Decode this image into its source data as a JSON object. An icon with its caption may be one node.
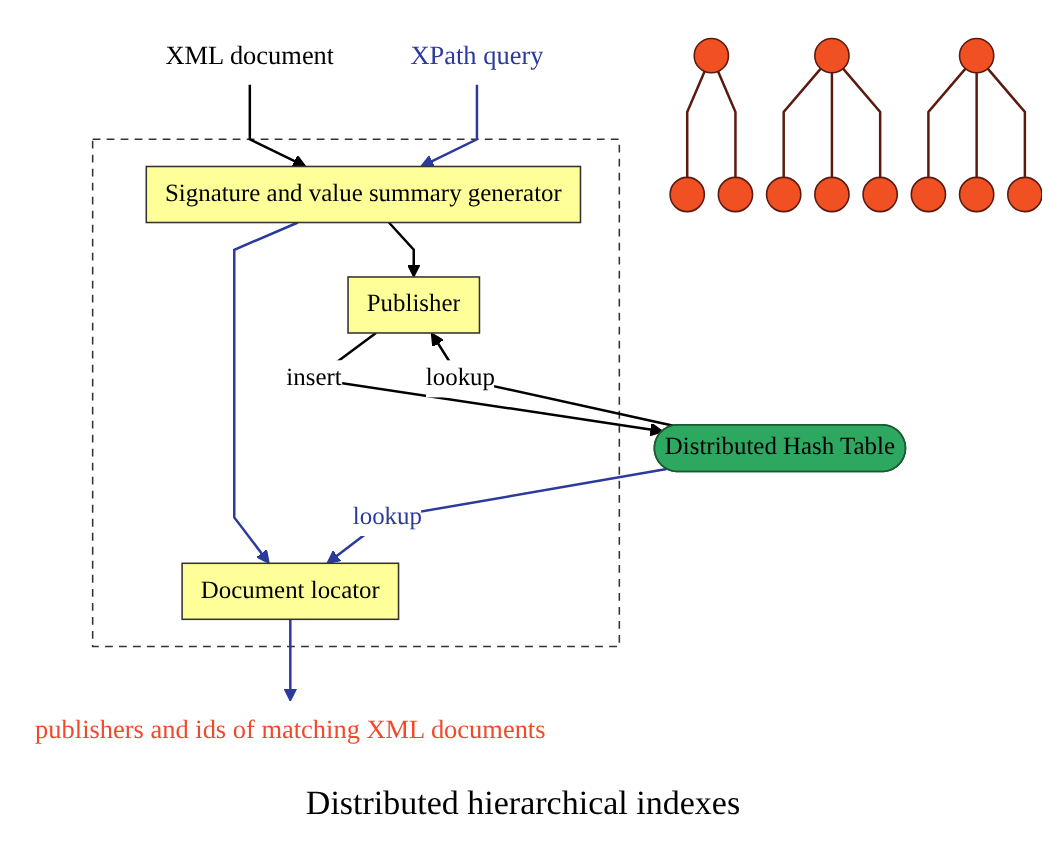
{
  "diagram": {
    "nodes": [
      {
        "text": [
          "XML document"
        ]
      },
      {
        "text": [
          "XPath query"
        ]
      },
      {
        "text": [
          "publishers and ids of matching XML documents"
        ]
      },
      {
        "text": [],
        "shape": "box"
      },
      {
        "text": [
          "Signature and value summary generator"
        ],
        "in": 3
      },
      {
        "text": [
          "Publisher"
        ],
        "in": 3
      },
      {
        "text": [
          "Document locator"
        ],
        "in": 3
      },
      {
        "text": [
          "Distributed Hash Table"
        ]
      },
      {
        "text": [],
        "shape": "circle"
      },
      {
        "text": [],
        "shape": "circle"
      },
      {
        "text": [],
        "shape": "circle"
      },
      {
        "text": [],
        "shape": "circle"
      },
      {
        "text": [],
        "shape": "circle"
      },
      {
        "text": [],
        "shape": "circle"
      },
      {
        "text": [],
        "shape": "circle"
      },
      {
        "text": [],
        "shape": "circle"
      },
      {
        "text": [],
        "shape": "circle"
      },
      {
        "text": [],
        "shape": "circle"
      },
      {
        "text": [],
        "shape": "circle"
      }
    ],
    "edges": [
      {
        "from": 0,
        "to": 4,
        "arrow": "to"
      },
      {
        "from": 1,
        "to": 4,
        "arrow": "to",
        "color": "#2b3a9c"
      },
      {
        "from": 4,
        "to": 5,
        "arrow": "to"
      },
      {
        "from": 4,
        "to": 6,
        "arrow": "to",
        "color": "#2b3a9c"
      },
      {
        "from": 6,
        "to": 2,
        "arrow": "to",
        "color": "#2b3a9c"
      },
      {
        "from": 5,
        "to": 7,
        "arrow": "to",
        "label": "insert"
      },
      {
        "from": 7,
        "to": 5,
        "arrow": "to",
        "label": "lookup"
      },
      {
        "from": 7,
        "to": 6,
        "arrow": "to",
        "label": "lookup",
        "color": "#2b3a9c"
      },
      {
        "from": 8,
        "to": 9,
        "arrow": "none",
        "color": "#5a1a10"
      },
      {
        "from": 8,
        "to": 10,
        "arrow": "none",
        "color": "#5a1a10"
      },
      {
        "from": 11,
        "to": 12,
        "arrow": "none",
        "color": "#5a1a10"
      },
      {
        "from": 11,
        "to": 13,
        "arrow": "none",
        "color": "#5a1a10"
      },
      {
        "from": 11,
        "to": 14,
        "arrow": "none",
        "color": "#5a1a10"
      },
      {
        "from": 15,
        "to": 16,
        "arrow": "none",
        "color": "#5a1a10"
      },
      {
        "from": 15,
        "to": 17,
        "arrow": "none",
        "color": "#5a1a10"
      },
      {
        "from": 15,
        "to": 18,
        "arrow": "none",
        "color": "#5a1a10"
      }
    ],
    "labels": [
      "Distributed hierarchical indexes"
    ]
  }
}
